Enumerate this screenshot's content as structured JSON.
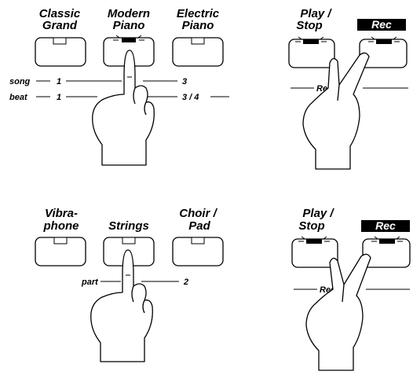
{
  "panels": {
    "top_left": {
      "buttons": [
        {
          "label_line1": "Classic",
          "label_line2": "Grand",
          "lit": false
        },
        {
          "label_line1": "Modern",
          "label_line2": "Piano",
          "lit": true
        },
        {
          "label_line1": "Electric",
          "label_line2": "Piano",
          "lit": false
        }
      ],
      "song_row": {
        "label": "song",
        "values": [
          "1",
          "3"
        ]
      },
      "beat_row": {
        "label": "beat",
        "values": [
          "1",
          "4",
          "3 / 4"
        ]
      }
    },
    "top_right": {
      "play_stop_line1": "Play /",
      "play_stop_line2": "Stop",
      "rec_label": "Rec",
      "section_label": "Recorder"
    },
    "bottom_left": {
      "buttons": [
        {
          "label_line1": "Vibra-",
          "label_line2": "phone",
          "lit": false
        },
        {
          "label_line1": "",
          "label_line2": "Strings",
          "lit": false
        },
        {
          "label_line1": "Choir /",
          "label_line2": "Pad",
          "lit": false
        }
      ],
      "part_row": {
        "label": "part",
        "values": [
          "2"
        ]
      }
    },
    "bottom_right": {
      "play_stop_line1": "Play /",
      "play_stop_line2": "Stop",
      "rec_label": "Rec",
      "section_label": "Recorder"
    }
  },
  "icons": [
    "pointing-hand-icon",
    "two-finger-hand-icon",
    "indicator-light-icon"
  ]
}
